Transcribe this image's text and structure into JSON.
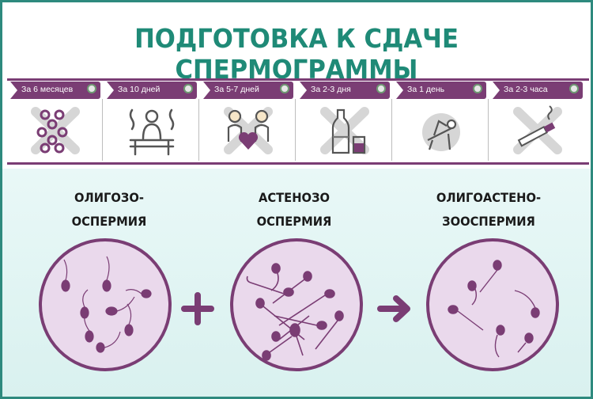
{
  "title": "ПОДГОТОВКА К СДАЧЕ СПЕРМОГРАММЫ",
  "colors": {
    "title": "#1f8a77",
    "accent": "#7a3d74",
    "circle_fill": "#ead9ec",
    "border": "#2e8a7e"
  },
  "timeline": [
    {
      "label": "За 6 месяцев",
      "icon": "dna-crossed-icon"
    },
    {
      "label": "За 10 дней",
      "icon": "sauna-icon"
    },
    {
      "label": "За 5-7 дней",
      "icon": "couple-heart-icon"
    },
    {
      "label": "За 2-3 дня",
      "icon": "alcohol-crossed-icon"
    },
    {
      "label": "За 1 день",
      "icon": "massage-icon"
    },
    {
      "label": "За 2-3 часа",
      "icon": "cigarette-crossed-icon"
    }
  ],
  "conditions": [
    {
      "line1": "ОЛИГОЗО-",
      "line2": "ОСПЕРМИЯ"
    },
    {
      "line1": "АСТЕНОЗО",
      "line2": "ОСПЕРМИЯ"
    },
    {
      "line1": "ОЛИГОАСТЕНО-",
      "line2": "ЗООСПЕРМИЯ"
    }
  ],
  "operators": {
    "plus": "plus-icon",
    "arrow": "arrow-right-icon"
  }
}
